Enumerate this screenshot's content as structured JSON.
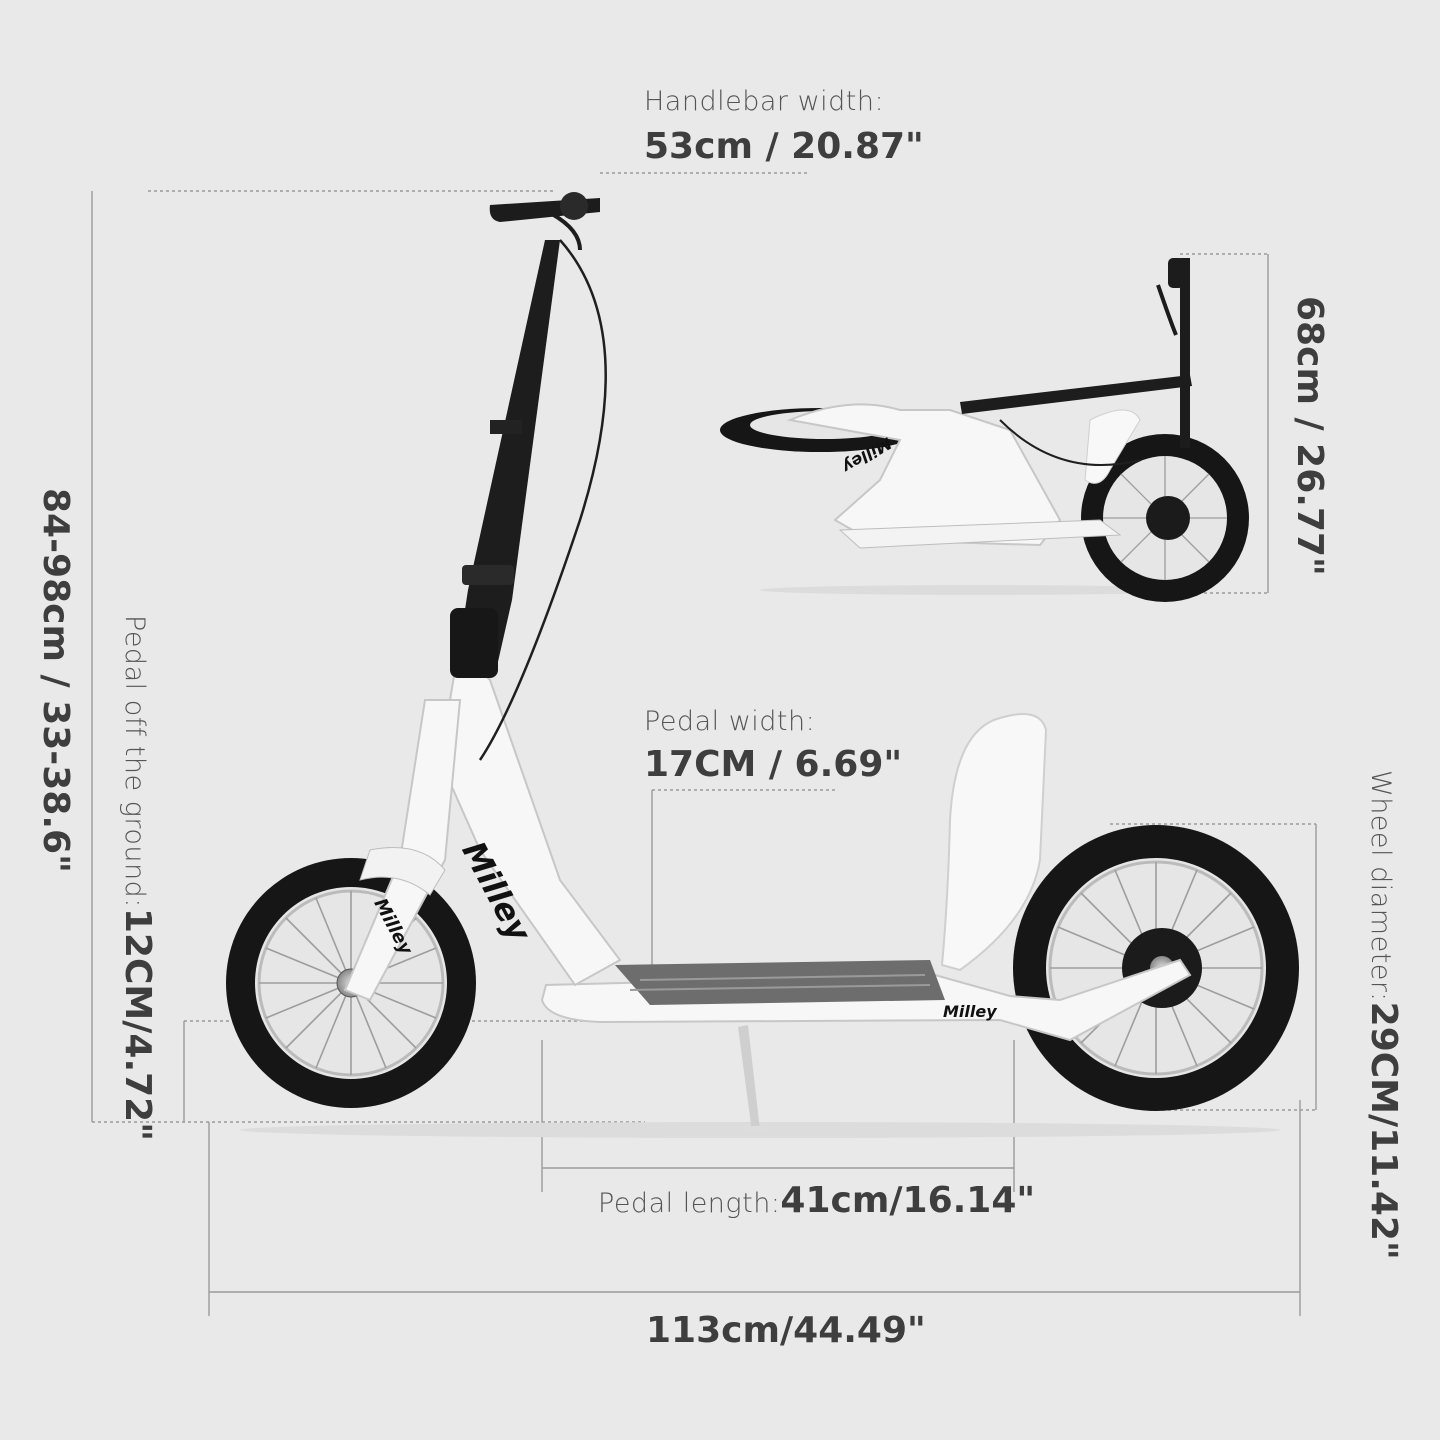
{
  "colors": {
    "background": "#e9e9e9",
    "text": "#454545",
    "guide_line": "#9a9a9a",
    "scooter_frame": "#f7f7f7",
    "tire": "#151515",
    "stem": "#1d1d1d"
  },
  "brand": {
    "name": "Milley"
  },
  "dimensions": {
    "handlebar_width": {
      "label": "Handlebar width:",
      "value": "53cm / 20.87\""
    },
    "total_height": {
      "value": "84-98cm / 33-38.6\""
    },
    "pedal_off_ground": {
      "label": "Pedal off the ground:",
      "value": "12CM/4.72\""
    },
    "folded_height": {
      "value": "68cm / 26.77\""
    },
    "pedal_width": {
      "label": "Pedal width:",
      "value": "17CM / 6.69\""
    },
    "wheel_diameter": {
      "label": "Wheel diameter:",
      "value": "29CM/11.42\""
    },
    "pedal_length": {
      "label": "Pedal length:",
      "value": "41cm/16.14\""
    },
    "total_length": {
      "value": "113cm/44.49\""
    }
  }
}
